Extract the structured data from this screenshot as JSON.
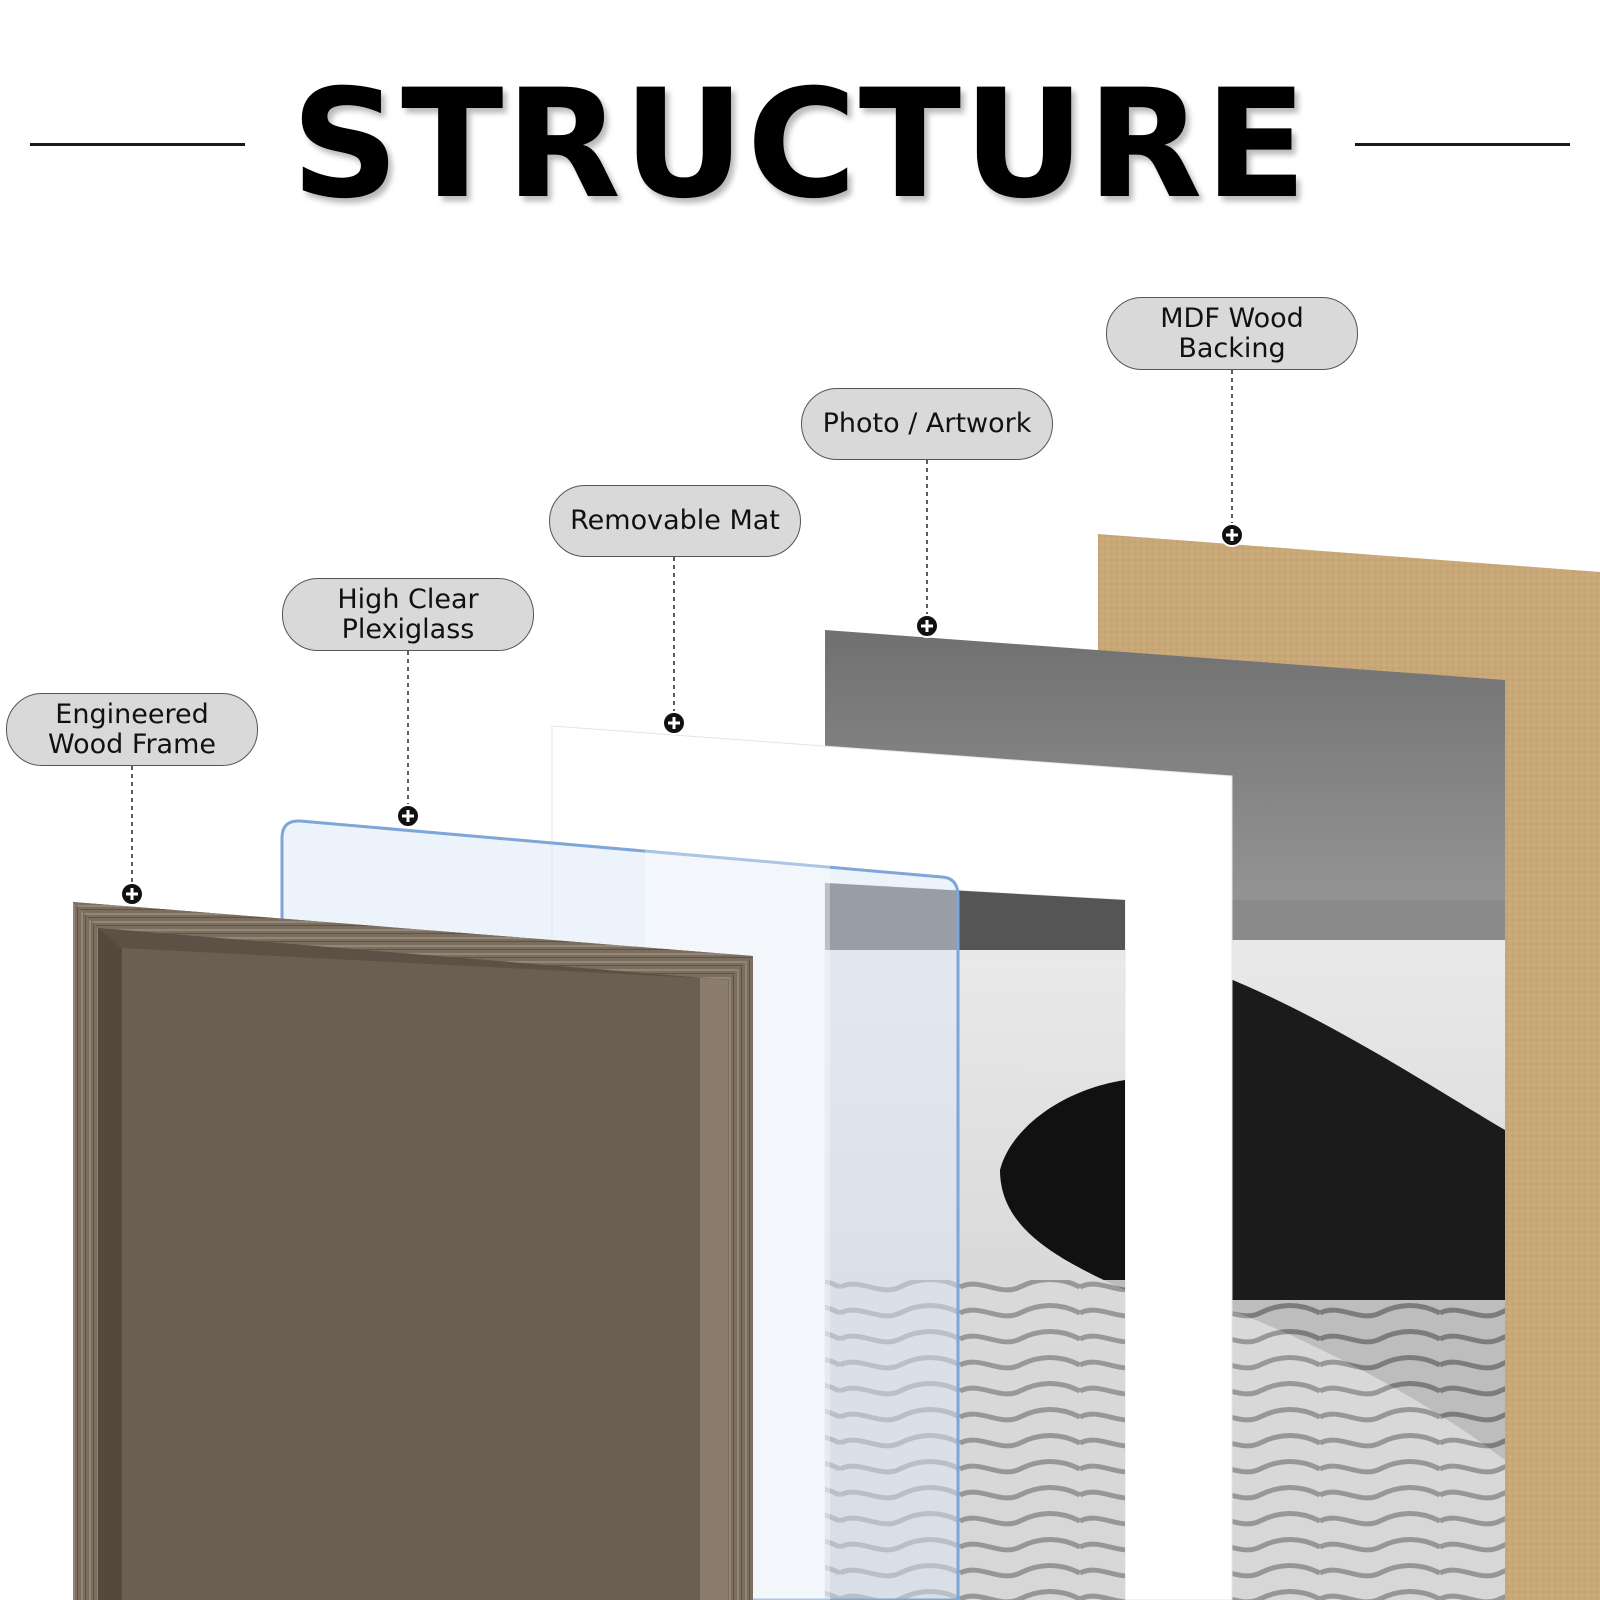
{
  "title": "STRUCTURE",
  "colors": {
    "background": "#ffffff",
    "label_fill": "#d9d9d9",
    "label_border": "#555555",
    "frame_wood": "#7b6e5f",
    "plexiglass_edge": "#7ea6d8",
    "mat": "#ffffff",
    "backing": "#c9a878"
  },
  "layers": [
    {
      "name": "Engineered\nWood Frame"
    },
    {
      "name": "High Clear\nPlexiglass"
    },
    {
      "name": "Removable Mat"
    },
    {
      "name": "Photo / Artwork"
    },
    {
      "name": "MDF Wood\nBacking"
    }
  ],
  "icons": {
    "marker": "plus-circle-icon"
  }
}
